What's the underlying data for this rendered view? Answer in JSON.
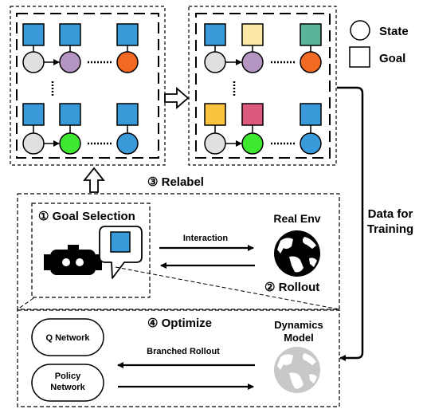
{
  "legend": {
    "state": "State",
    "goal": "Goal"
  },
  "steps": {
    "relabel": "③ Relabel",
    "goal_selection": "① Goal Selection",
    "rollout": "② Rollout",
    "optimize": "④ Optimize"
  },
  "labels": {
    "real_env": "Real Env",
    "interaction": "Interaction",
    "data_for_line1": "Data for",
    "data_for_line2": "Training",
    "dynamics_line1": "Dynamics",
    "dynamics_line2": "Model",
    "branched_rollout": "Branched Rollout",
    "q_network": "Q Network",
    "policy_line1": "Policy",
    "policy_line2": "Network"
  },
  "colors": {
    "blue": "#3a9ad9",
    "purple": "#b596c2",
    "orange": "#f26a21",
    "green": "#3ee830",
    "state_gray": "#e0e0e0",
    "pale_yellow": "#fde7a7",
    "teal": "#5bb39b",
    "gold": "#fbc43e",
    "pink": "#de5a7d"
  }
}
